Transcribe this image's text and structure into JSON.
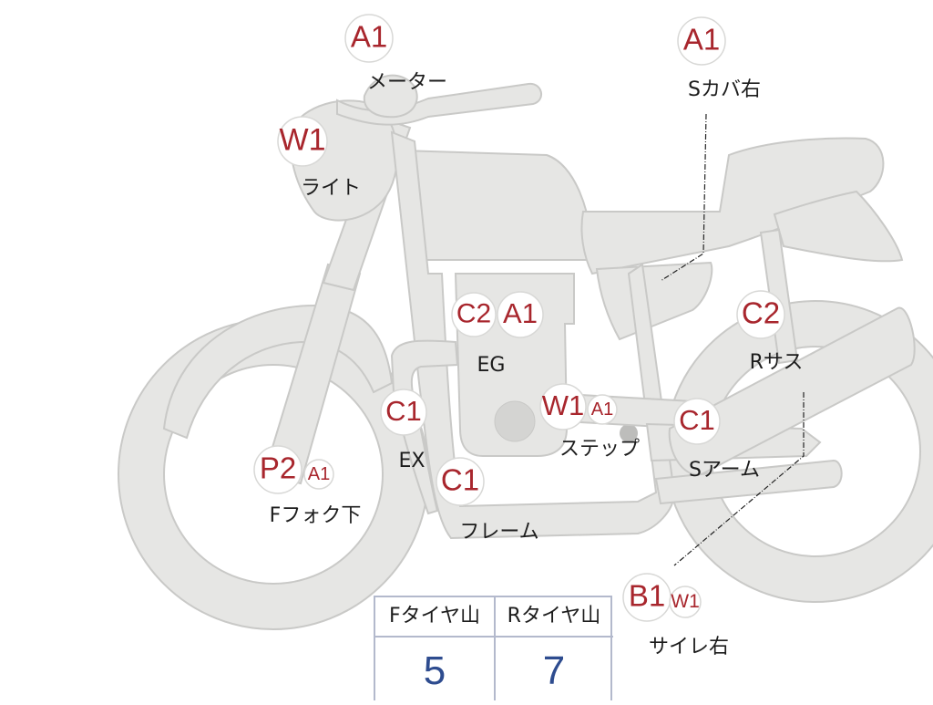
{
  "badges": [
    {
      "id": "a1-meter",
      "code": "A1"
    },
    {
      "id": "a1-scover",
      "code": "A1"
    },
    {
      "id": "w1-light",
      "code": "W1"
    },
    {
      "id": "c2-eg",
      "code": "C2"
    },
    {
      "id": "a1-eg",
      "code": "A1"
    },
    {
      "id": "c2-rsus",
      "code": "C2"
    },
    {
      "id": "c1-ex",
      "code": "C1"
    },
    {
      "id": "w1-step",
      "code": "W1"
    },
    {
      "id": "a1-step",
      "code": "A1"
    },
    {
      "id": "c1-sarm",
      "code": "C1"
    },
    {
      "id": "p2-ffork",
      "code": "P2"
    },
    {
      "id": "a1-ffork",
      "code": "A1"
    },
    {
      "id": "c1-frame",
      "code": "C1"
    },
    {
      "id": "b1-muffler",
      "code": "B1"
    },
    {
      "id": "w1-muffler",
      "code": "W1"
    }
  ],
  "labels": [
    {
      "id": "meter",
      "text": "メーター"
    },
    {
      "id": "scover",
      "text": "Sカバ右"
    },
    {
      "id": "light",
      "text": "ライト"
    },
    {
      "id": "eg",
      "text": "EG"
    },
    {
      "id": "rsus",
      "text": "Rサス"
    },
    {
      "id": "ex",
      "text": "EX"
    },
    {
      "id": "step",
      "text": "ステップ"
    },
    {
      "id": "sarm",
      "text": "Sアーム"
    },
    {
      "id": "ffork",
      "text": "Fフォク下"
    },
    {
      "id": "frame",
      "text": "フレーム"
    },
    {
      "id": "muffler",
      "text": "サイレ右"
    }
  ],
  "tire_table": {
    "headers": [
      "Fタイヤ山",
      "Rタイヤ山"
    ],
    "values": [
      "5",
      "7"
    ]
  },
  "colors": {
    "badge_text": "#a8262d",
    "label_text": "#1c1c1c",
    "part_fill": "#e6e6e4",
    "part_stroke": "#c9c9c7",
    "table_value": "#2e4c8f",
    "table_border": "#b3b9cc"
  }
}
